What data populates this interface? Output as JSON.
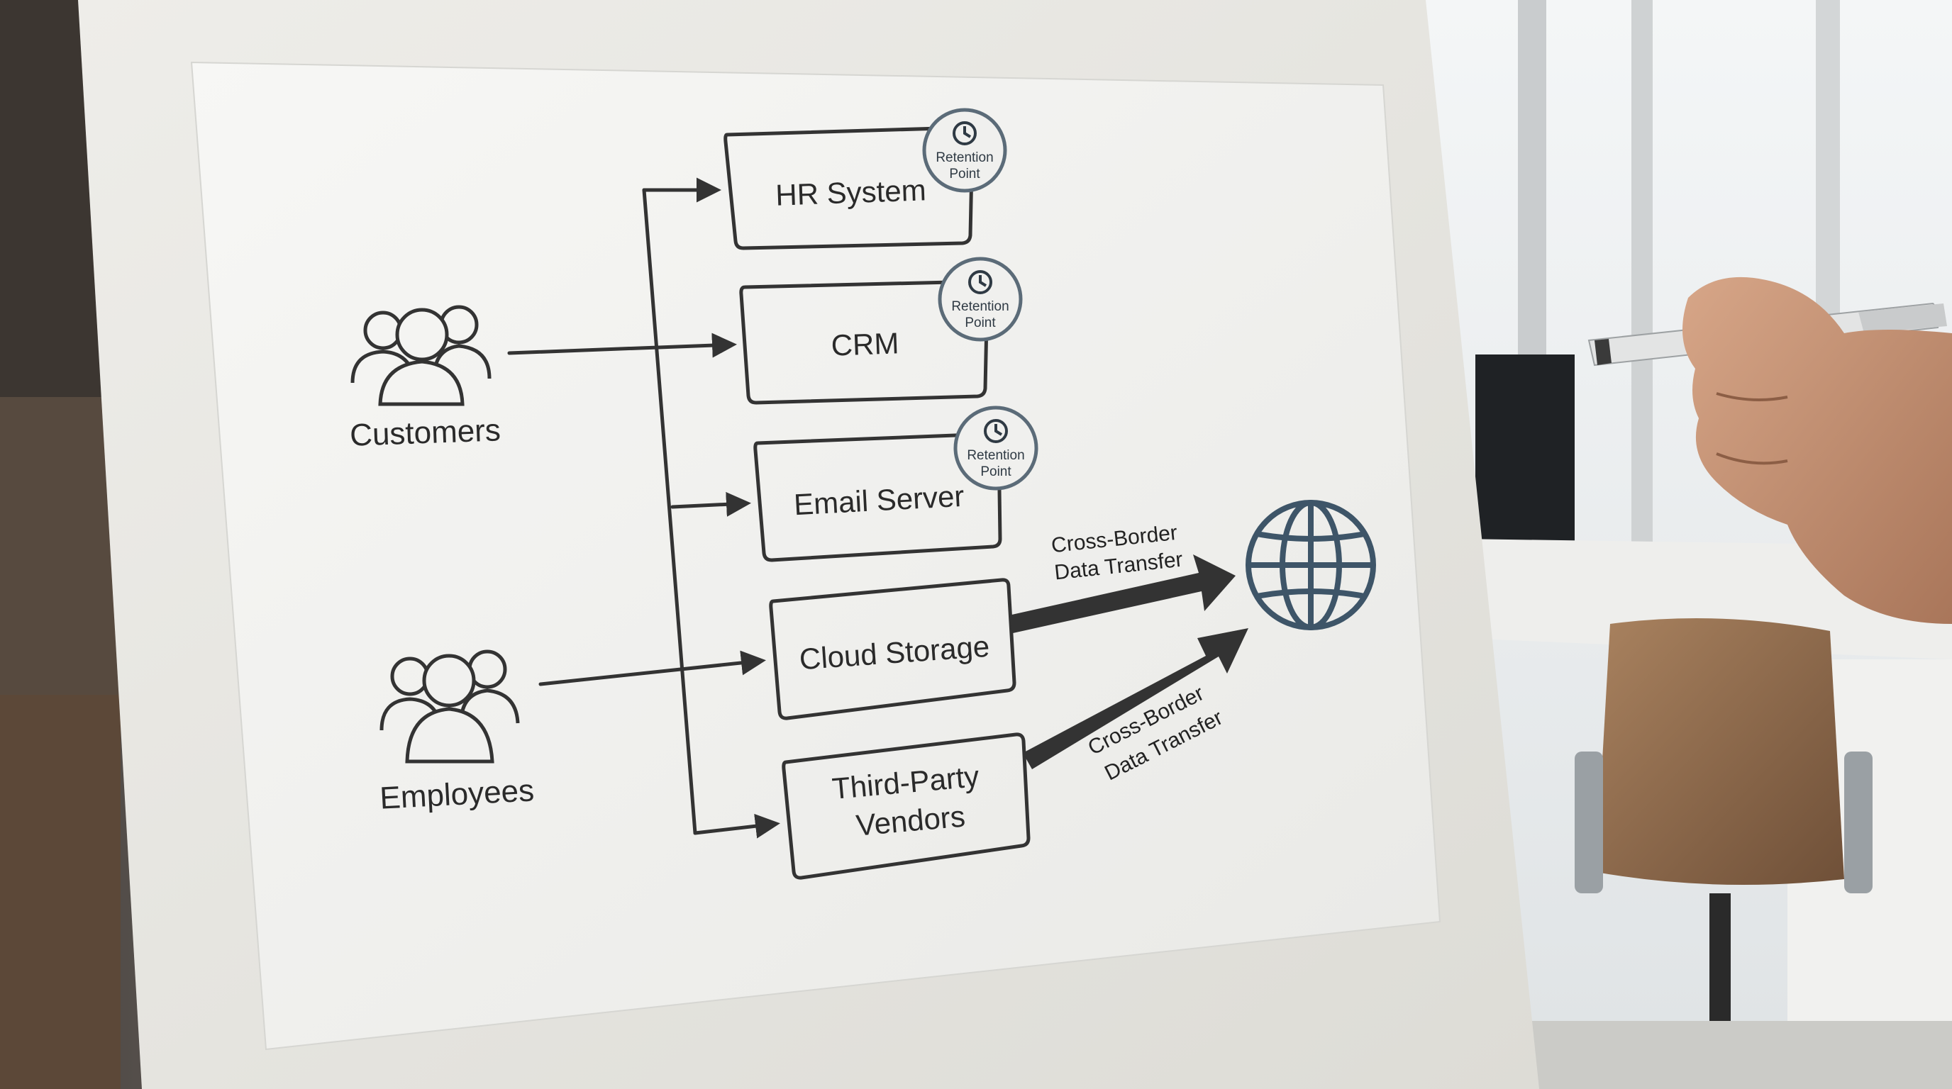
{
  "diagram": {
    "sources": [
      {
        "label": "Customers",
        "icon": "people-group-icon"
      },
      {
        "label": "Employees",
        "icon": "people-group-icon"
      }
    ],
    "systems": [
      {
        "label": "HR System",
        "retention_point": true
      },
      {
        "label": "CRM",
        "retention_point": true
      },
      {
        "label": "Email Server",
        "retention_point": true
      },
      {
        "label": "Cloud Storage",
        "retention_point": false
      },
      {
        "label": "Third-Party Vendors",
        "label_lines": [
          "Third-Party",
          "Vendors"
        ],
        "retention_point": false
      }
    ],
    "retention_badge": {
      "line1": "Retention",
      "line2": "Point",
      "icon": "clock-icon"
    },
    "transfers": [
      {
        "from": "Cloud Storage",
        "to": "globe",
        "line1": "Cross-Border",
        "line2": "Data Transfer"
      },
      {
        "from": "Third-Party Vendors",
        "to": "globe",
        "line1": "Cross-Border",
        "line2": "Data Transfer"
      }
    ],
    "destination": {
      "icon": "globe-icon"
    }
  },
  "colors": {
    "ink": "#333333",
    "badge": "#5b6b78",
    "globe": "#3e5568",
    "paper": "#f3f3f1",
    "board": "#e9e8e4"
  }
}
